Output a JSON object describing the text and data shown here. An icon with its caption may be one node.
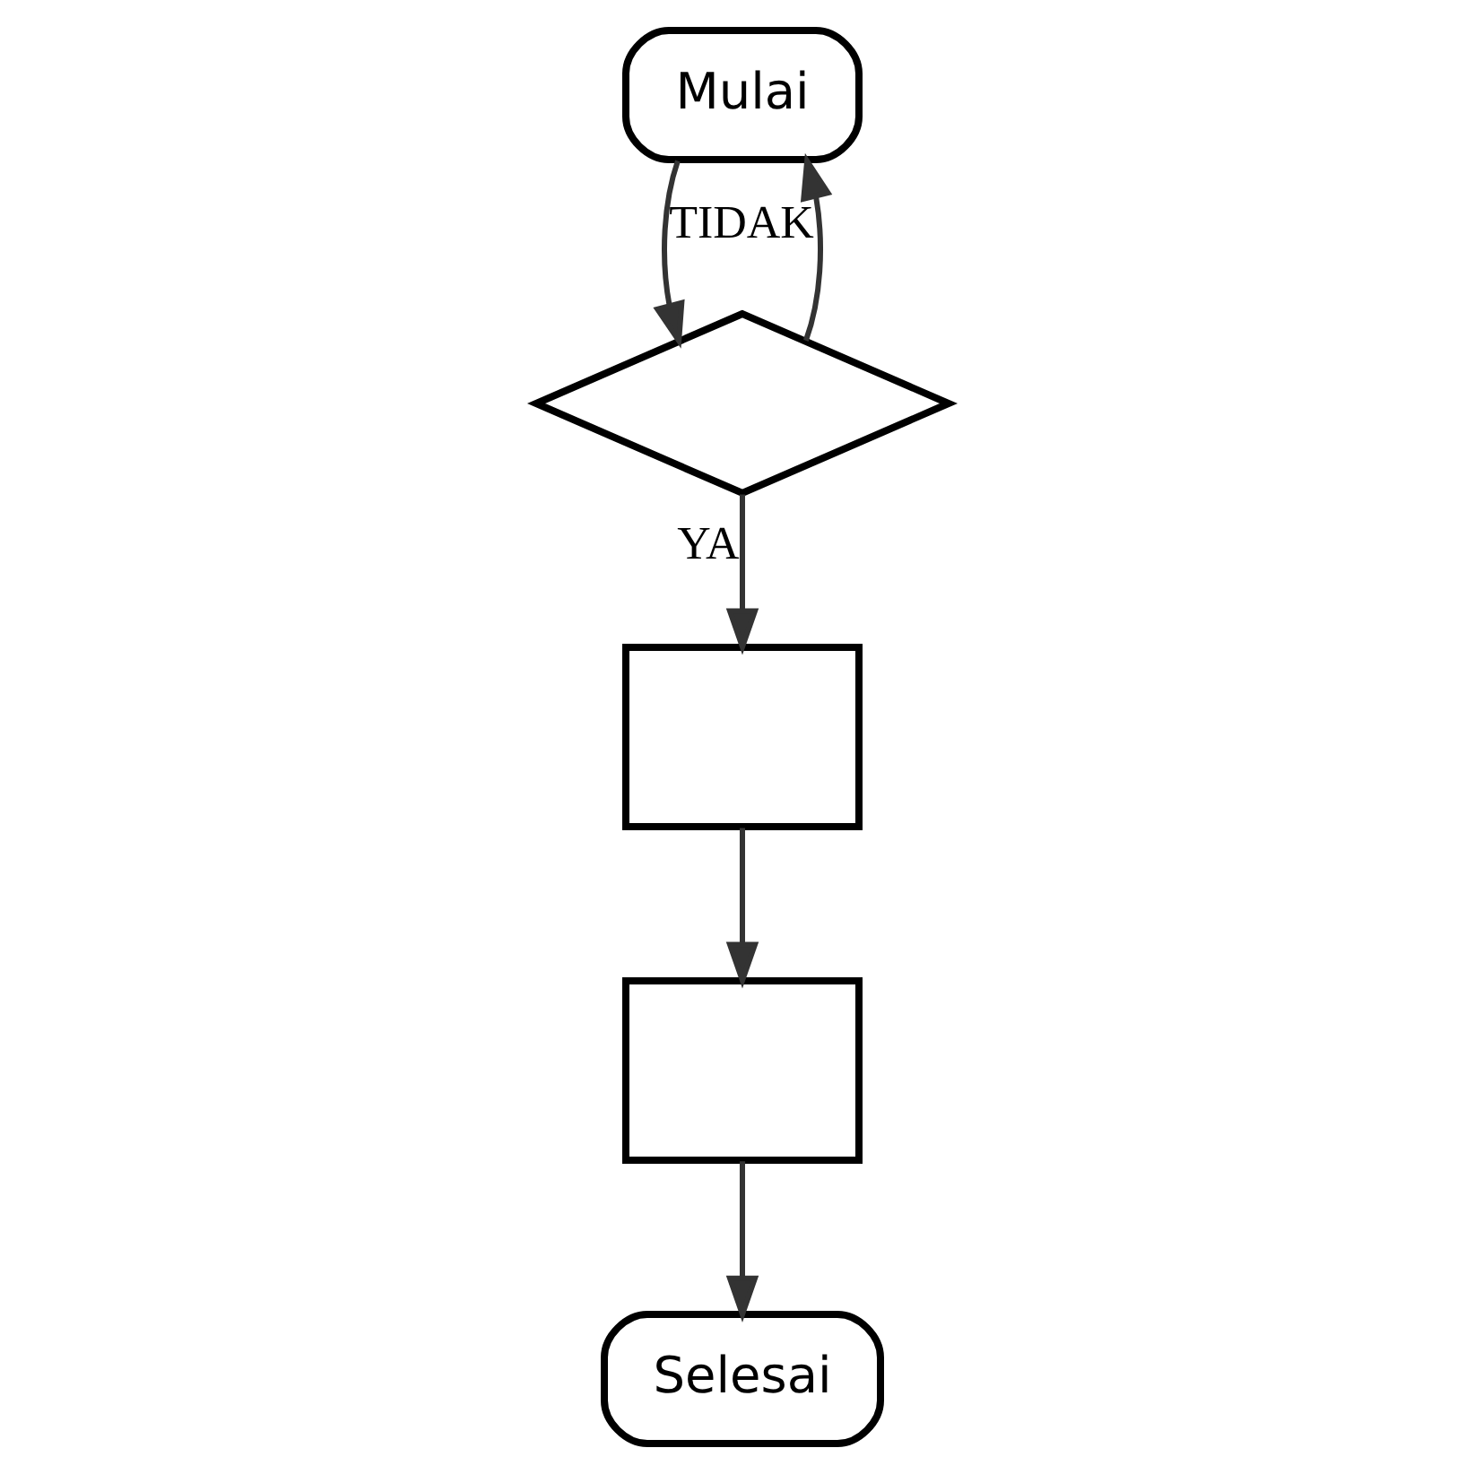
{
  "diagram": {
    "nodes": [
      {
        "text": [
          "Mulai"
        ]
      },
      {
        "text": [],
        "shape": "diamond"
      },
      {
        "text": [],
        "shape": "box"
      },
      {
        "text": [],
        "shape": "box"
      },
      {
        "text": [
          "Selesai"
        ]
      }
    ],
    "edges": [
      {
        "from": 0,
        "to": 1,
        "arrow": "to"
      },
      {
        "from": 1,
        "to": 0,
        "label": "TIDAK",
        "arrow": "to"
      },
      {
        "from": 1,
        "to": 2,
        "label": "YA",
        "arrow": "to"
      },
      {
        "from": 2,
        "to": 3,
        "arrow": "to"
      },
      {
        "from": 3,
        "to": 4,
        "arrow": "to"
      }
    ]
  }
}
